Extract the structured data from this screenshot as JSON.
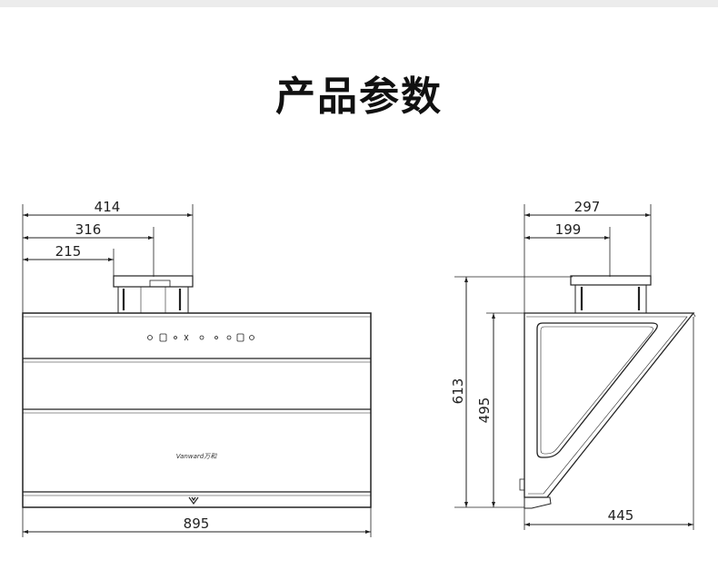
{
  "header": {
    "title": "产品参数"
  },
  "front_view": {
    "dims": {
      "width_top": "414",
      "width_mid": "316",
      "width_low": "215",
      "overall_width": "895"
    },
    "brand": "Vanward万和"
  },
  "side_view": {
    "dims": {
      "depth_top": "297",
      "depth_mid": "199",
      "height_total": "613",
      "height_body": "495",
      "base_depth": "445"
    }
  }
}
